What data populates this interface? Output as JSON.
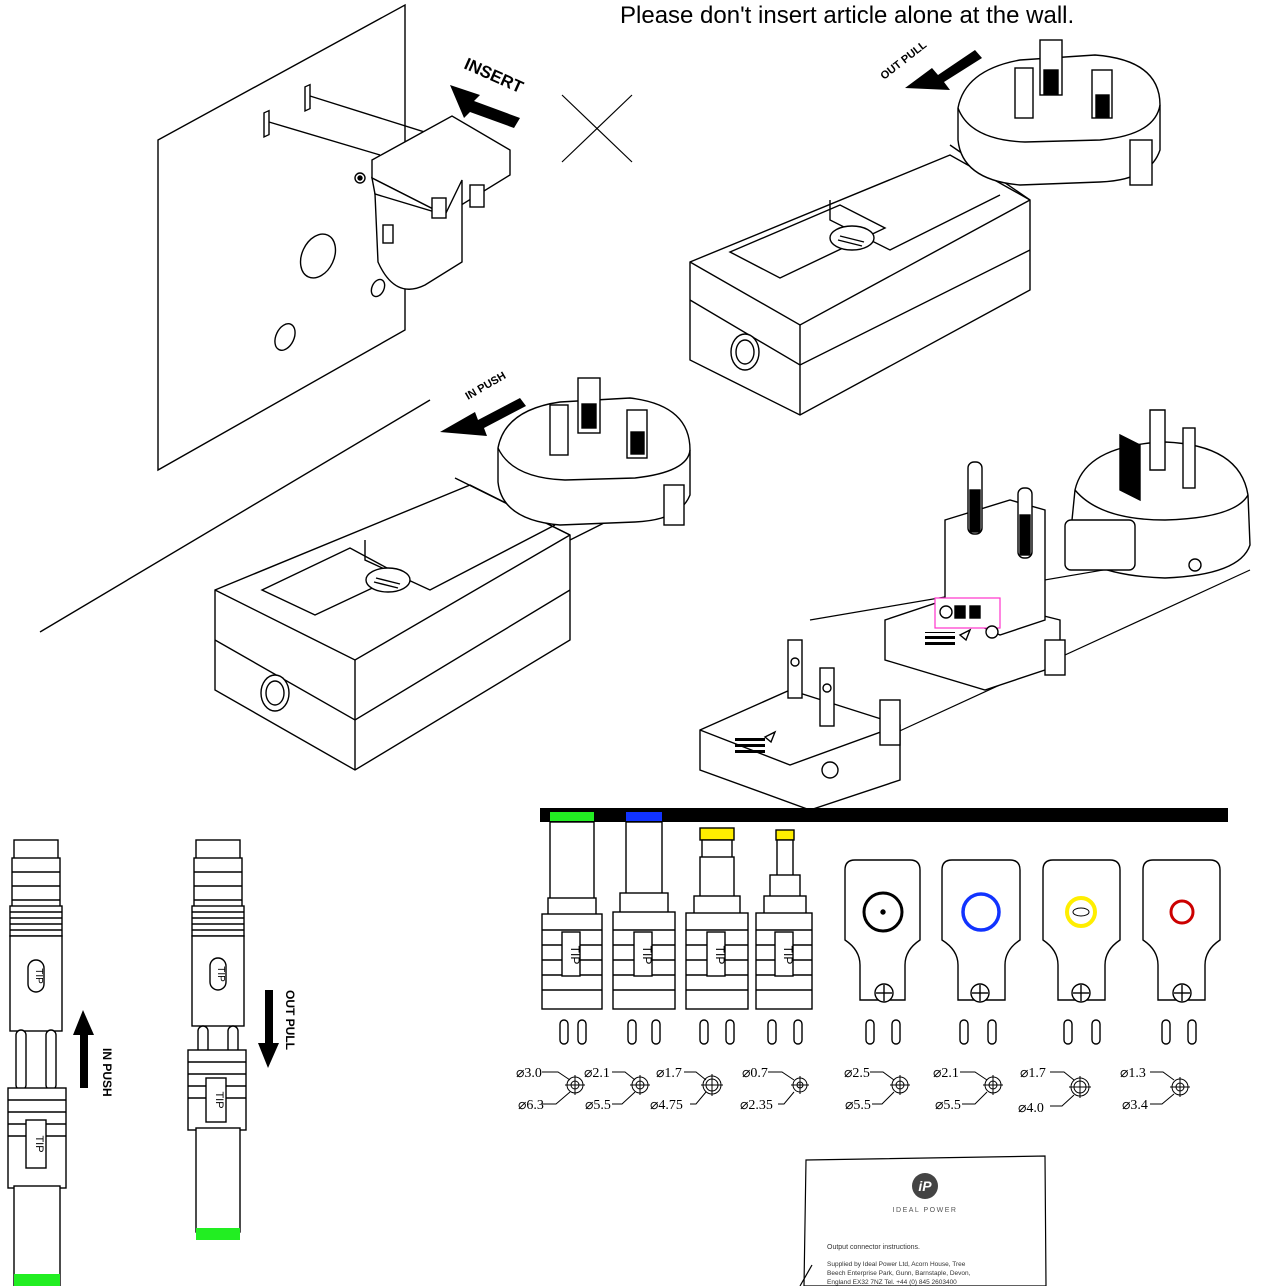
{
  "notice": "Please don't insert article alone at the wall.",
  "labels": {
    "insert": "INSERT",
    "out_pull": "OUT PULL",
    "in_push": "IN PUSH",
    "tip": "TIP"
  },
  "tip_colors": {
    "green": "#22ee22",
    "blue": "#1133ff",
    "yellow": "#ffee00",
    "red": "#cc0000",
    "black": "#000000",
    "magenta": "#ff33cc"
  },
  "connector_dimensions": [
    {
      "inner": "⌀3.0",
      "outer": "⌀6.3"
    },
    {
      "inner": "⌀2.1",
      "outer": "⌀5.5"
    },
    {
      "inner": "⌀1.7",
      "outer": "⌀4.75"
    },
    {
      "inner": "⌀0.7",
      "outer": "⌀2.35"
    },
    {
      "inner": "⌀2.5",
      "outer": "⌀5.5"
    },
    {
      "inner": "⌀2.1",
      "outer": "⌀5.5"
    },
    {
      "inner": "⌀1.7",
      "outer": "⌀4.0"
    },
    {
      "inner": "⌀1.3",
      "outer": "⌀3.4"
    }
  ],
  "leaflet": {
    "logo": "iP",
    "brand": "IDEAL POWER",
    "heading": "Output connector instructions.",
    "body_line1": "Supplied by Ideal Power Ltd, Acorn House, Tree",
    "body_line2": "Beech Enterprise Park, Gunn, Barnstaple, Devon,",
    "body_line3": "England EX32 7NZ        Tel. +44 (0) 845 2603400"
  }
}
